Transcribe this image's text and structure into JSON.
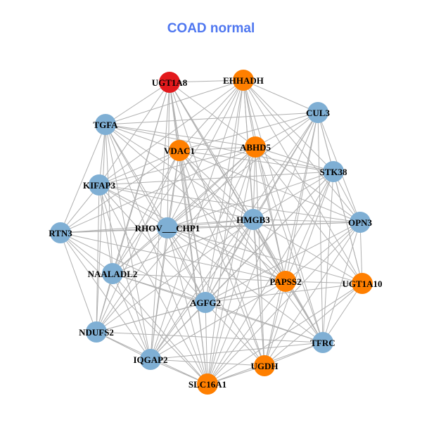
{
  "title": "COAD normal",
  "colors": {
    "title": "#4f77f0",
    "edge": "#b0b0b0",
    "red": "#e3191c",
    "orange": "#ff7f00",
    "blue": "#7fafd4"
  },
  "nodes": [
    {
      "label": "UGT1A8",
      "color": "red"
    },
    {
      "label": "EHHADH",
      "color": "orange"
    },
    {
      "label": "CUL3",
      "color": "blue"
    },
    {
      "label": "TGFA",
      "color": "blue"
    },
    {
      "label": "VDAC1",
      "color": "orange"
    },
    {
      "label": "ABHD5",
      "color": "orange"
    },
    {
      "label": "STK38",
      "color": "blue"
    },
    {
      "label": "KIFAP3",
      "color": "blue"
    },
    {
      "label": "HMGB3",
      "color": "blue"
    },
    {
      "label": "OPN3",
      "color": "blue"
    },
    {
      "label": "RTN3",
      "color": "blue"
    },
    {
      "label": "RHOV___CHP1",
      "color": "blue"
    },
    {
      "label": "NAALADL2",
      "color": "blue"
    },
    {
      "label": "PAPSS2",
      "color": "orange"
    },
    {
      "label": "UGT1A10",
      "color": "orange"
    },
    {
      "label": "AGFG2",
      "color": "blue"
    },
    {
      "label": "NDUFS2",
      "color": "blue"
    },
    {
      "label": "TFRC",
      "color": "blue"
    },
    {
      "label": "IQGAP2",
      "color": "blue"
    },
    {
      "label": "UGDH",
      "color": "orange"
    },
    {
      "label": "SLC16A1",
      "color": "orange"
    }
  ],
  "neighbors": {
    "0": [
      1,
      3,
      4,
      5,
      7,
      8,
      11,
      12,
      13,
      15,
      16,
      17,
      18,
      19,
      20
    ],
    "1": [
      2,
      3,
      4,
      5,
      6,
      7,
      8,
      9,
      11,
      12,
      13,
      14,
      15,
      17,
      18,
      19,
      20
    ],
    "2": [
      3,
      4,
      5,
      6,
      8,
      9,
      11,
      13,
      14,
      15,
      17,
      18,
      19,
      20
    ],
    "3": [
      4,
      5,
      6,
      7,
      8,
      10,
      11,
      12,
      13,
      15,
      16,
      18,
      20
    ],
    "4": [
      5,
      6,
      7,
      8,
      9,
      10,
      11,
      12,
      13,
      15,
      16,
      17,
      18,
      19,
      20
    ],
    "5": [
      6,
      7,
      8,
      9,
      10,
      11,
      12,
      13,
      14,
      15,
      16,
      17,
      18,
      19,
      20
    ],
    "6": [
      7,
      8,
      9,
      11,
      13,
      14,
      15,
      17,
      18,
      19,
      20
    ],
    "7": [
      8,
      9,
      10,
      11,
      12,
      13,
      15,
      16,
      18,
      20
    ],
    "8": [
      9,
      10,
      11,
      12,
      13,
      14,
      15,
      16,
      17,
      18,
      19,
      20
    ],
    "9": [
      10,
      11,
      13,
      14,
      15,
      17,
      19,
      20
    ],
    "10": [
      11,
      12,
      13,
      15,
      16,
      18,
      20
    ],
    "11": [
      12,
      13,
      14,
      15,
      16,
      17,
      18,
      19,
      20
    ],
    "12": [
      13,
      15,
      16,
      17,
      18,
      20
    ],
    "13": [
      14,
      15,
      16,
      17,
      18,
      19,
      20
    ],
    "14": [
      15,
      17,
      19,
      20
    ],
    "15": [
      16,
      17,
      18,
      19,
      20
    ],
    "16": [
      17,
      18,
      20
    ],
    "17": [
      18,
      19,
      20
    ],
    "18": [
      19,
      20
    ],
    "19": [
      20
    ]
  }
}
